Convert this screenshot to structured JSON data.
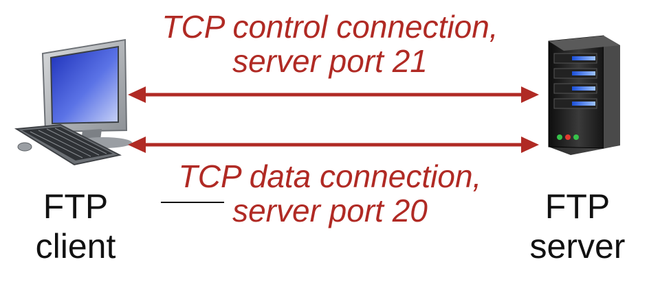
{
  "colors": {
    "accent": "#b02a24",
    "text": "#111111"
  },
  "control_connection": {
    "line1": "TCP control connection,",
    "line2": "server port 21"
  },
  "data_connection": {
    "line1": "TCP data connection,",
    "line2": "server port 20"
  },
  "client": {
    "line1": "FTP",
    "line2": "client",
    "icon": "desktop-computer-icon"
  },
  "server": {
    "line1": "FTP",
    "line2": "server",
    "icon": "server-tower-icon"
  }
}
